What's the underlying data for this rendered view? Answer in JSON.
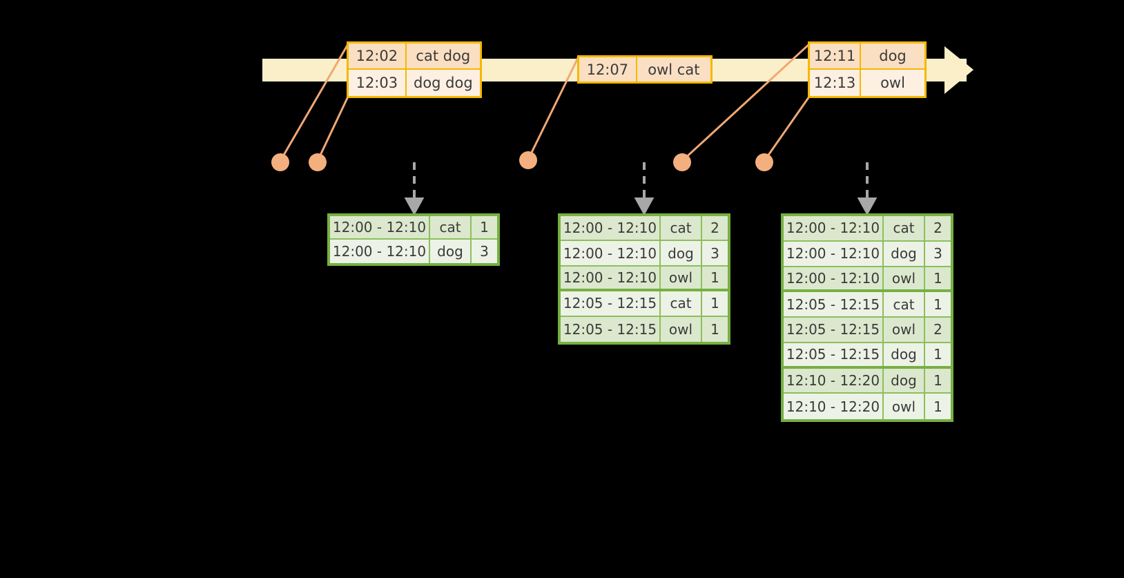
{
  "diagram": {
    "timeline": {
      "arrow_color": "#FBEFC9",
      "axis_label": ""
    },
    "events": [
      {
        "id": "event-group-1",
        "rows": [
          {
            "time": "12:02",
            "words": "cat dog"
          },
          {
            "time": "12:03",
            "words": "dog dog"
          }
        ]
      },
      {
        "id": "event-group-2",
        "rows": [
          {
            "time": "12:07",
            "words": "owl cat"
          }
        ]
      },
      {
        "id": "event-group-3",
        "rows": [
          {
            "time": "12:11",
            "words": "dog"
          },
          {
            "time": "12:13",
            "words": "owl"
          }
        ]
      }
    ],
    "markers": [
      {
        "id": "marker-1"
      },
      {
        "id": "marker-2"
      },
      {
        "id": "marker-3"
      },
      {
        "id": "marker-4"
      },
      {
        "id": "marker-5"
      }
    ],
    "result_tables": [
      {
        "id": "result-table-1",
        "rows": [
          {
            "window": "12:00 - 12:10",
            "word": "cat",
            "count": "1",
            "group": 0
          },
          {
            "window": "12:00 - 12:10",
            "word": "dog",
            "count": "3",
            "group": 0
          }
        ]
      },
      {
        "id": "result-table-2",
        "rows": [
          {
            "window": "12:00 - 12:10",
            "word": "cat",
            "count": "2",
            "group": 0
          },
          {
            "window": "12:00 - 12:10",
            "word": "dog",
            "count": "3",
            "group": 0
          },
          {
            "window": "12:00 - 12:10",
            "word": "owl",
            "count": "1",
            "group": 0
          },
          {
            "window": "12:05 - 12:15",
            "word": "cat",
            "count": "1",
            "group": 1
          },
          {
            "window": "12:05 - 12:15",
            "word": "owl",
            "count": "1",
            "group": 1
          }
        ]
      },
      {
        "id": "result-table-3",
        "rows": [
          {
            "window": "12:00 - 12:10",
            "word": "cat",
            "count": "2",
            "group": 0
          },
          {
            "window": "12:00 - 12:10",
            "word": "dog",
            "count": "3",
            "group": 0
          },
          {
            "window": "12:00 - 12:10",
            "word": "owl",
            "count": "1",
            "group": 0
          },
          {
            "window": "12:05 - 12:15",
            "word": "cat",
            "count": "1",
            "group": 1
          },
          {
            "window": "12:05 - 12:15",
            "word": "owl",
            "count": "2",
            "group": 1
          },
          {
            "window": "12:05 - 12:15",
            "word": "dog",
            "count": "1",
            "group": 1
          },
          {
            "window": "12:10 - 12:20",
            "word": "dog",
            "count": "1",
            "group": 2
          },
          {
            "window": "12:10 - 12:20",
            "word": "owl",
            "count": "1",
            "group": 2
          }
        ]
      }
    ],
    "colors": {
      "background": "#000000",
      "timeline_fill": "#FBEFC9",
      "event_border": "#F5B800",
      "event_fill_dark": "#FBDFC2",
      "event_fill_light": "#FDF0E2",
      "connector": "#F0A875",
      "marker_dot": "#F4AF7E",
      "table_border": "#76B043",
      "table_fill_dark": "#DCE8CD",
      "table_fill_light": "#EDF2E6",
      "down_arrow": "#A8A8A8",
      "text": "#3A3A3A"
    }
  }
}
